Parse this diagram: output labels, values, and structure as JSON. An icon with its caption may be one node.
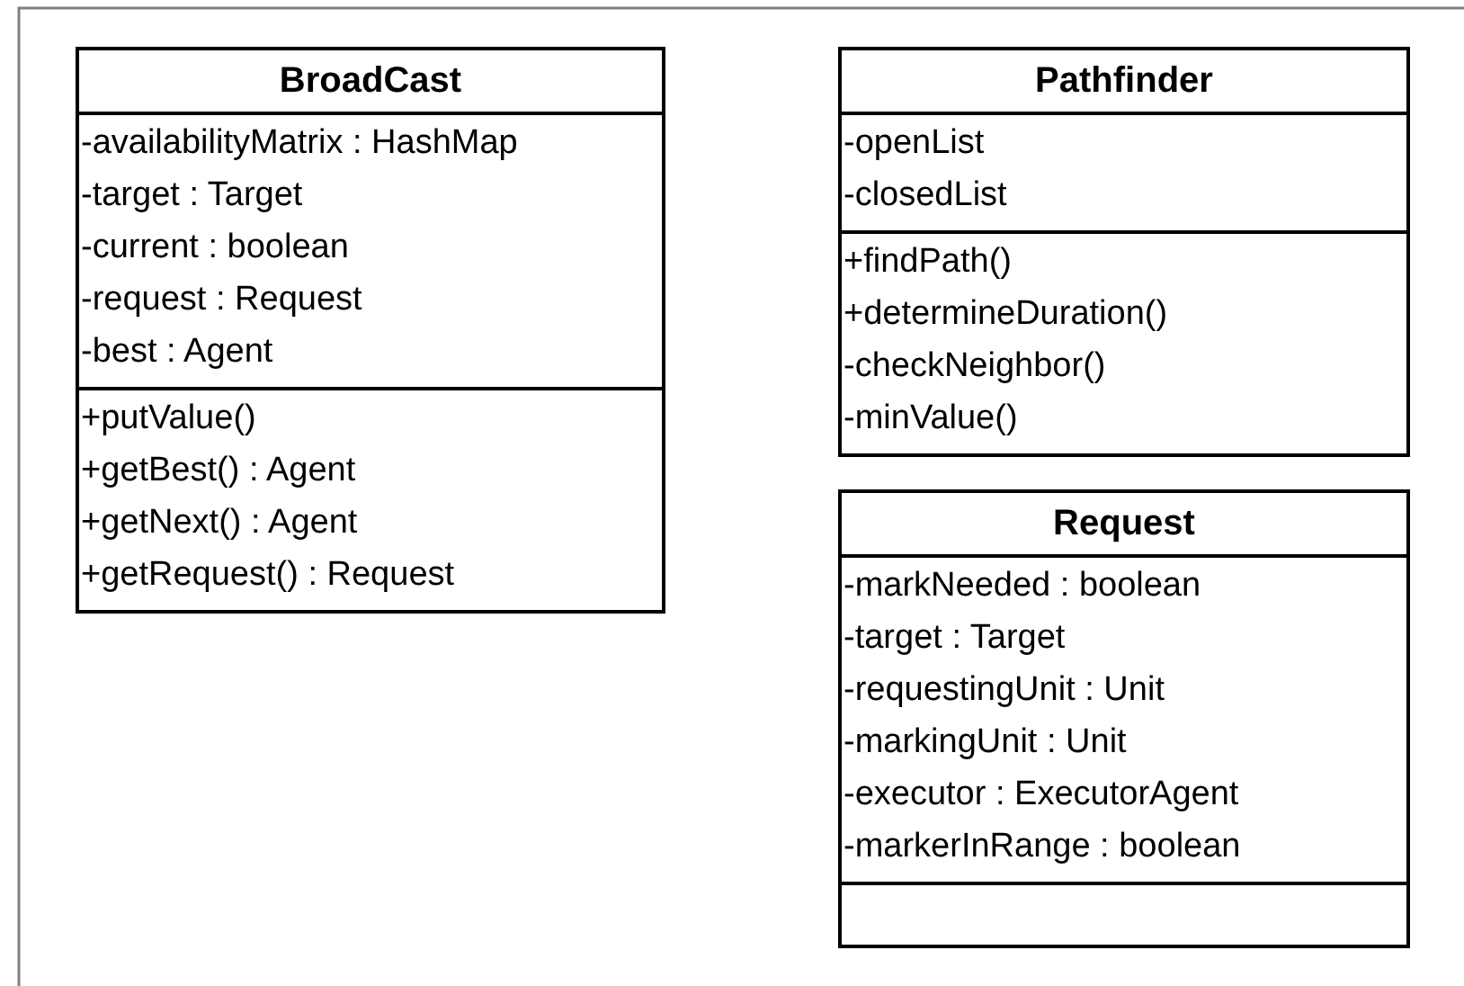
{
  "diagram": {
    "nodes": [
      {
        "text": [
          "BroadCast"
        ]
      },
      {
        "text": [
          "-availabilityMatrix : HashMap",
          "-target : Target",
          "-current : boolean",
          "-request : Request",
          "-best : Agent"
        ],
        "in": 0
      },
      {
        "text": [
          "+putValue()",
          "+getBest() : Agent",
          "+getNext() : Agent",
          "+getRequest() : Request"
        ],
        "in": 0
      },
      {
        "text": [
          "Pathfinder"
        ]
      },
      {
        "text": [
          "-openList",
          "-closedList"
        ],
        "in": 3
      },
      {
        "text": [
          "+findPath()",
          "+determineDuration()",
          "-checkNeighbor()",
          "-minValue()"
        ],
        "in": 3
      },
      {
        "text": [
          "Request"
        ]
      },
      {
        "text": [
          "-markNeeded : boolean",
          "-target : Target",
          "-requestingUnit : Unit",
          "-markingUnit : Unit",
          "-executor : ExecutorAgent",
          "-markerInRange : boolean"
        ],
        "in": 6
      },
      {
        "text": [],
        "shape": "box",
        "in": 6
      }
    ]
  }
}
